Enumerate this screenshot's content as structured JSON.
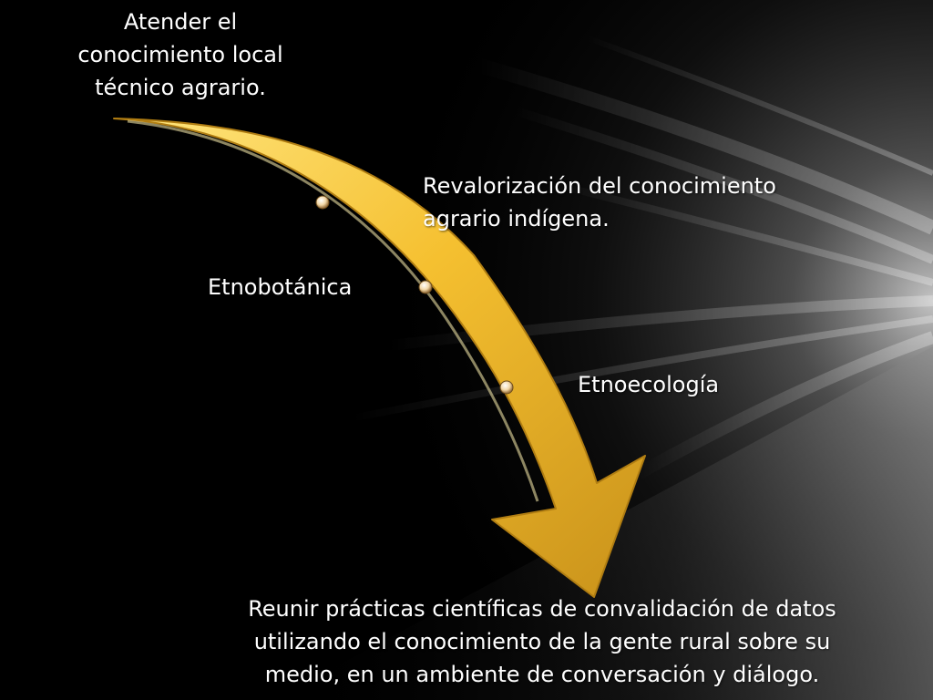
{
  "slide": {
    "background_color": "#000000",
    "arrow_color": "#f5c030",
    "arrow_dark_color": "#c9921a",
    "arrow_light_color": "#ffe680",
    "marker_color": "#f2d7a6"
  },
  "labels": {
    "start": "Atender el\nconocimiento local\ntécnico agrario.",
    "revaloracion": "Revalorización del conocimiento\nagrario indígena.",
    "etnobotanica": "Etnobotánica",
    "etnoecologia": "Etnoecología",
    "end": "Reunir prácticas científicas de convalidación de datos\nutilizando el conocimiento de la gente rural sobre su\nmedio, en un ambiente de conversación y diálogo."
  }
}
